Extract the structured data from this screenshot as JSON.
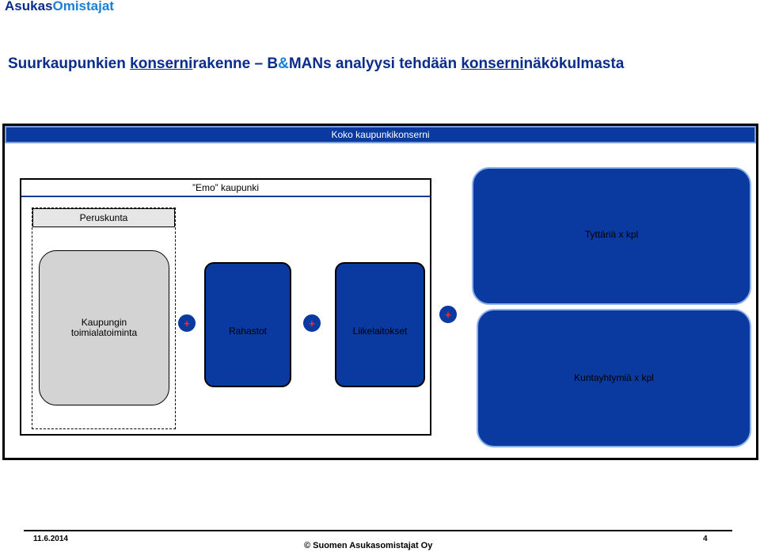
{
  "header": {
    "brand_part1": "Asukas",
    "brand_part2": "Omistajat",
    "title": {
      "p1": "Suurkaupunkien ",
      "p2": "konserni",
      "p3": "rakenne – B",
      "p4": "&",
      "p5": "MANs analyysi tehdään ",
      "p6": "konserni",
      "p7": "näkökulmasta"
    }
  },
  "diagram": {
    "koko": "Koko kaupunkikonserni",
    "emo": "”Emo” kaupunki",
    "peruskunta": "Peruskunta",
    "toimiala": "Kaupungin\ntoimialatoiminta",
    "rahastot": "Rahastot",
    "liikelaitokset": "Liikelaitokset",
    "tyttaria": "Tyttäriä x kpl",
    "kuntayhtymia": "Kuntayhtymiä x kpl",
    "plus": "+"
  },
  "footer": {
    "date": "11.6.2014",
    "copyright": "© Suomen Asukasomistajat Oy",
    "page": "4"
  },
  "colors": {
    "primary_blue": "#0a3aa0",
    "brand_light": "#1a7fd6",
    "plus_red": "#ff2a2a",
    "gray": "#d3d3d3"
  }
}
